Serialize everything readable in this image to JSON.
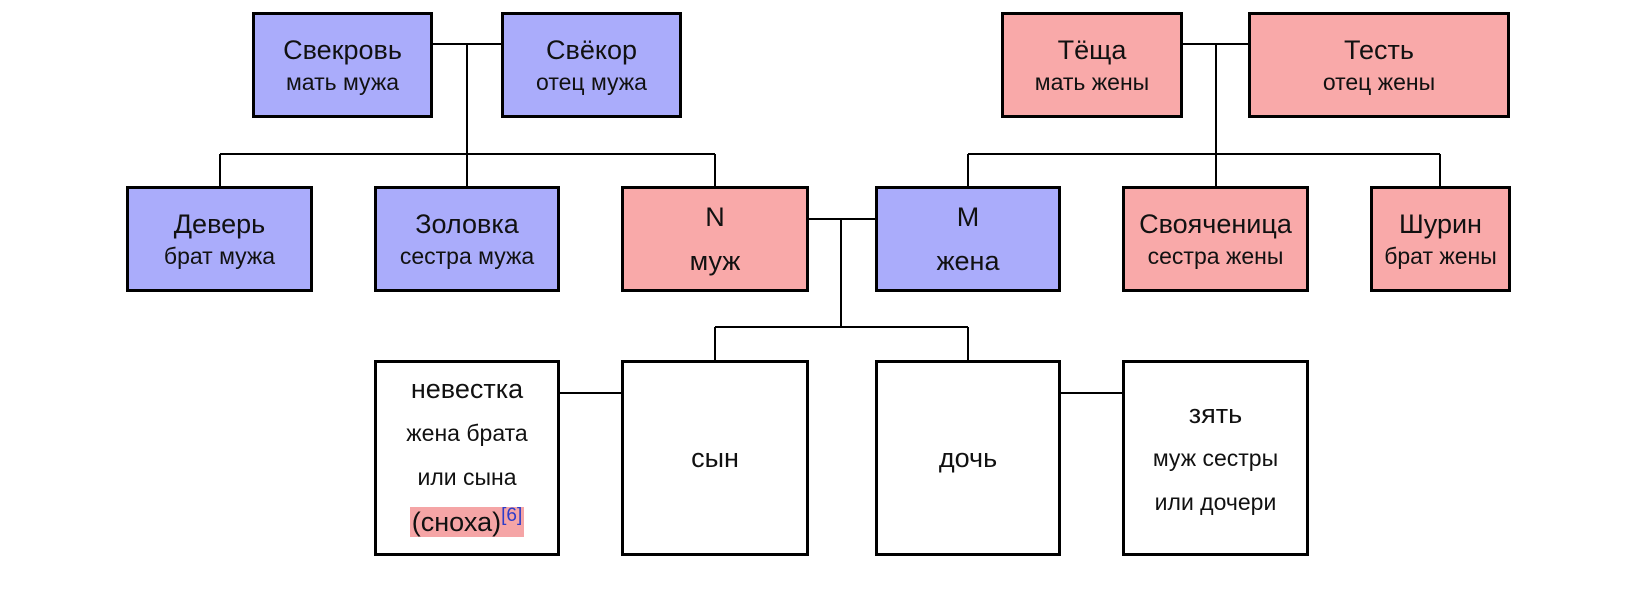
{
  "colors": {
    "husband_side": "#aaacfb",
    "wife_side": "#f9a9a9",
    "neutral": "#ffffff",
    "border": "#000000",
    "highlight": "#f5a5a6",
    "ref_link": "#2d3cc9"
  },
  "top_fragment": "",
  "nodes": {
    "svekrov": {
      "title": "Свекровь",
      "subtitle": "мать мужа",
      "side": "husband_side"
    },
    "svekor": {
      "title": "Свёкор",
      "subtitle": "отец мужа",
      "side": "husband_side"
    },
    "tyoshcha": {
      "title": "Тёща",
      "subtitle": "мать жены",
      "side": "wife_side"
    },
    "test": {
      "title": "Тесть",
      "subtitle": "отец жены",
      "side": "wife_side"
    },
    "dever": {
      "title": "Деверь",
      "subtitle": "брат мужа",
      "side": "husband_side"
    },
    "zolovka": {
      "title": "Золовка",
      "subtitle": "сестра мужа",
      "side": "husband_side"
    },
    "n": {
      "title": "N",
      "subtitle": "муж",
      "side": "wife_side"
    },
    "m": {
      "title": "M",
      "subtitle": "жена",
      "side": "husband_side"
    },
    "svoyachenitsa": {
      "title": "Свояченица",
      "subtitle": "сестра жены",
      "side": "wife_side"
    },
    "shurin": {
      "title": "Шурин",
      "subtitle": "брат жены",
      "side": "wife_side"
    },
    "nevestka": {
      "title": "невестка",
      "line2": "жена брата",
      "line3": "или сына",
      "note": "(сноха)",
      "ref": "[6]",
      "side": "neutral"
    },
    "syn": {
      "title": "сын",
      "side": "neutral"
    },
    "doch": {
      "title": "дочь",
      "side": "neutral"
    },
    "zyat": {
      "title": "зять",
      "line2": "муж сестры",
      "line3": "или дочери",
      "side": "neutral"
    }
  }
}
